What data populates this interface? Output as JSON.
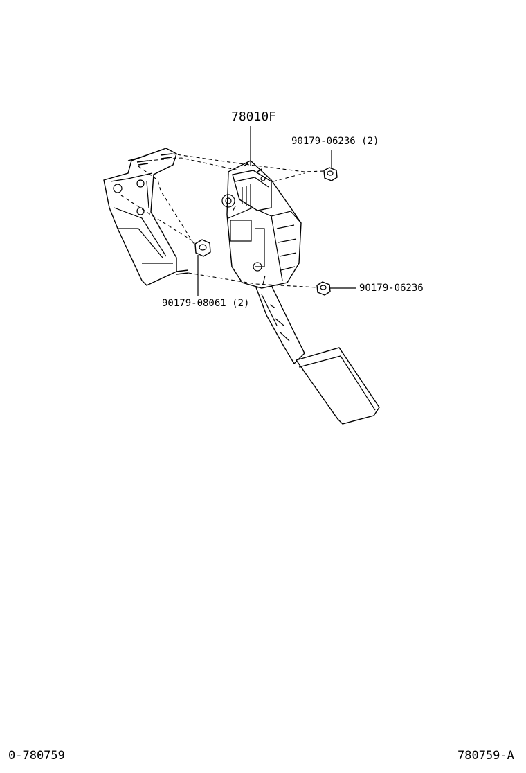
{
  "diagram": {
    "labels": {
      "main_part": "78010F",
      "nut_top_right": "90179-06236 (2)",
      "nut_right": "90179-06236",
      "nut_left": "90179-08061 (2)"
    },
    "footer": {
      "left_code": "0-780759",
      "right_code": "780759-A"
    }
  }
}
